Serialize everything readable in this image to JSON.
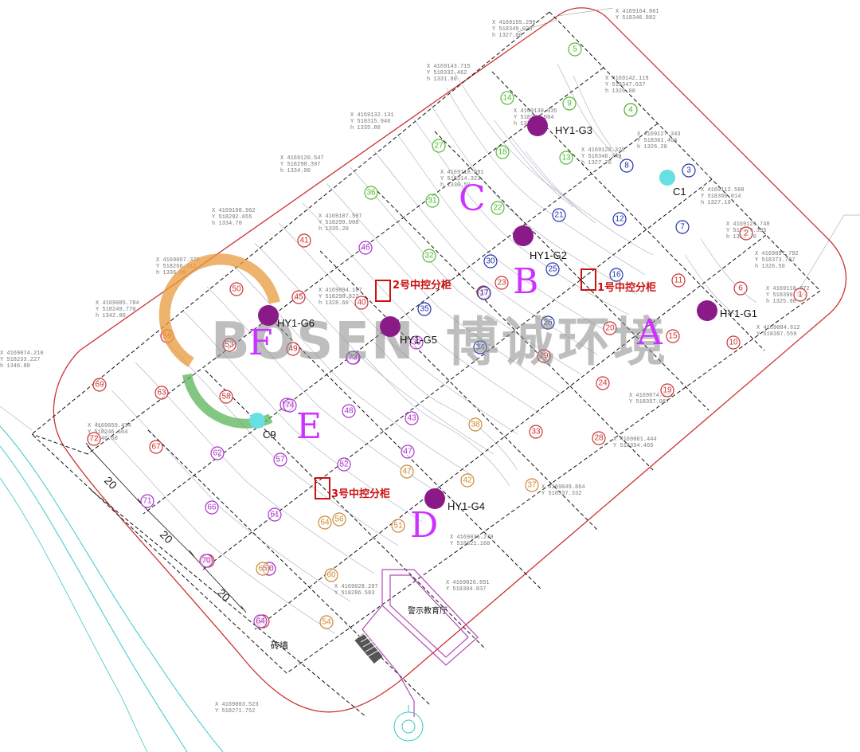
{
  "watermark": {
    "latin": "BOSEN",
    "chinese": "博诚环境",
    "logo_colors": [
      "#e89a3c",
      "#5ab45a"
    ]
  },
  "zones": [
    {
      "name": "zone-a",
      "label": "A"
    },
    {
      "name": "zone-b",
      "label": "B"
    },
    {
      "name": "zone-c",
      "label": "C"
    },
    {
      "name": "zone-d",
      "label": "D"
    },
    {
      "name": "zone-e",
      "label": "E"
    },
    {
      "name": "zone-f",
      "label": "F"
    }
  ],
  "wells": [
    {
      "name": "well-hy1-g1",
      "label": "HY1-G1"
    },
    {
      "name": "well-hy1-g2",
      "label": "HY1-G2"
    },
    {
      "name": "well-hy1-g3",
      "label": "HY1-G3"
    },
    {
      "name": "well-hy1-g4",
      "label": "HY1-G4"
    },
    {
      "name": "well-hy1-g5",
      "label": "HY1-G5"
    },
    {
      "name": "well-hy1-g6",
      "label": "HY1-G6"
    }
  ],
  "control_points": [
    {
      "name": "point-c1",
      "label": "C1"
    },
    {
      "name": "point-c9",
      "label": "C9"
    }
  ],
  "cabinets": [
    {
      "name": "cabinet-1",
      "label": "1号中控分柜"
    },
    {
      "name": "cabinet-2",
      "label": "2号中控分柜"
    },
    {
      "name": "cabinet-3",
      "label": "3号中控分柜"
    }
  ],
  "buildings": {
    "education_hall": "警示教育厅",
    "gate_label": "砖墙"
  },
  "dimensions": [
    "20",
    "20",
    "20"
  ],
  "colors": {
    "boundary": "#cc3333",
    "grid": "#111111",
    "contour": "#9aa0b4",
    "well": "#8b1a89",
    "control_point": "#66e0e0",
    "zone": "#cc33ff",
    "cabinet": "#cc1111",
    "road": "#3cc8c8",
    "hall": "#b44ab4"
  },
  "markers": {
    "red": [
      "1",
      "2",
      "4",
      "6",
      "10",
      "11",
      "15",
      "19",
      "20",
      "23",
      "24",
      "28",
      "29",
      "30",
      "33",
      "40",
      "41",
      "45",
      "49",
      "50",
      "53",
      "58",
      "59",
      "63",
      "65",
      "67",
      "68",
      "69",
      "70",
      "72"
    ],
    "blue": [
      "3",
      "7",
      "8",
      "12",
      "16",
      "17",
      "21",
      "25",
      "26",
      "30",
      "34",
      "35"
    ],
    "green": [
      "4",
      "5",
      "9",
      "13",
      "14",
      "18",
      "22",
      "27",
      "31",
      "32",
      "36"
    ],
    "purple": [
      "39",
      "43",
      "44",
      "46",
      "47",
      "48",
      "52",
      "55",
      "57",
      "60",
      "61",
      "62",
      "64",
      "66",
      "70",
      "71",
      "73",
      "74"
    ],
    "orange": [
      "37",
      "38",
      "42",
      "47",
      "51",
      "54",
      "56",
      "60",
      "64",
      "65"
    ]
  },
  "coordinate_notes": [
    "X 4169164.861",
    "Y 518346.882",
    "X 4169155.299",
    "Y 518349.025",
    "h 1327.00",
    "X 4169143.715",
    "Y 518332.462",
    "h 1331.80",
    "X 4169142.119",
    "Y 518347.637",
    "h 1326.00",
    "X 4169132.131",
    "Y 518315.940",
    "h 1335.80",
    "X 4169130.335",
    "Y 518334.084",
    "h 1330.60",
    "X 4169127.343",
    "Y 518361.404",
    "h 1326.20",
    "X 4169128.329",
    "Y 518346.249",
    "h 1327.70",
    "X 4169120.547",
    "Y 518298.397",
    "h 1334.90",
    "X 4169118.691",
    "Y 518314.323",
    "h 1330.50",
    "X 4169108.962",
    "Y 518282.655",
    "h 1334.70",
    "X 4169107.597",
    "Y 518299.008",
    "h 1335.20",
    "X 4169097.376",
    "Y 518266.312",
    "h 1336.60",
    "X 4169094.187",
    "Y 518298.822",
    "h 1328.60",
    "X 4169085.784",
    "Y 518249.770",
    "h 1342.80",
    "X 4169074.210",
    "Y 518233.227",
    "h 1346.80",
    "X 4169059.434",
    "Y 518246.664",
    "h 1346.50",
    "X 4169003.523",
    "Y 518271.752",
    "X 4169028.287",
    "Y 518286.583",
    "X 4169026.851",
    "Y 518304.837",
    "X 4169036.279",
    "Y 518321.160",
    "X 4169049.864",
    "Y 518337.332",
    "X 4169061.444",
    "Y 518354.465",
    "X 4169074.623",
    "Y 518357.067",
    "X 4169084.612",
    "Y 518387.559",
    "X 4169110.972",
    "Y 518390.395",
    "h 1325.90",
    "X 4169097.792",
    "Y 518373.787",
    "h 1326.50",
    "X 4169125.748",
    "Y 518376.395",
    "h 1326.70",
    "X 4169112.568",
    "Y 518360.014",
    "h 1327.10"
  ]
}
